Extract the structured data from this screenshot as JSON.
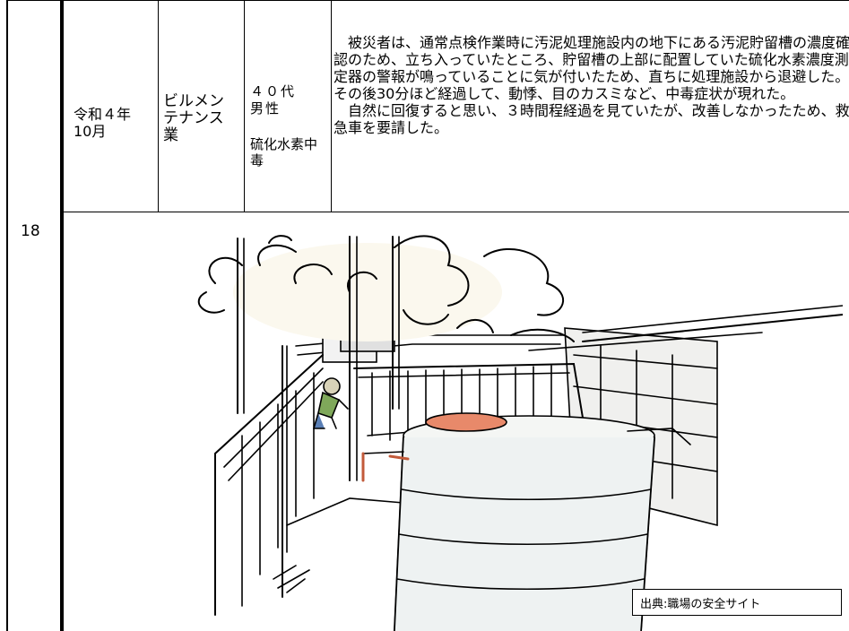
{
  "row_number": "18",
  "date": "令和４年\n10月",
  "industry": "ビルメン\nテナンス\n業",
  "victim": {
    "age_sex": "４０代\n男性",
    "accident_type": "硫化水素中\n毒"
  },
  "description": [
    "被災者は、通常点検作業時に汚泥処理施設内の地下にある汚泥貯留槽の濃度確認のため、立ち入っていたところ、貯留槽の上部に配置していた硫化水素濃度測定器の警報が鳴っていることに気が付いたため、直ちに処理施設から退避した。その後30分ほど経過して、動悸、目のカスミなど、中毒症状が現れた。",
    "自然に回復すると思い、３時間程経過を見ていたが、改善しなかったため、救急車を要請した。"
  ],
  "illustration": {
    "icon": "sewage-tank-worker-illustration"
  },
  "source_caption": "出典:職場の安全サイト"
}
